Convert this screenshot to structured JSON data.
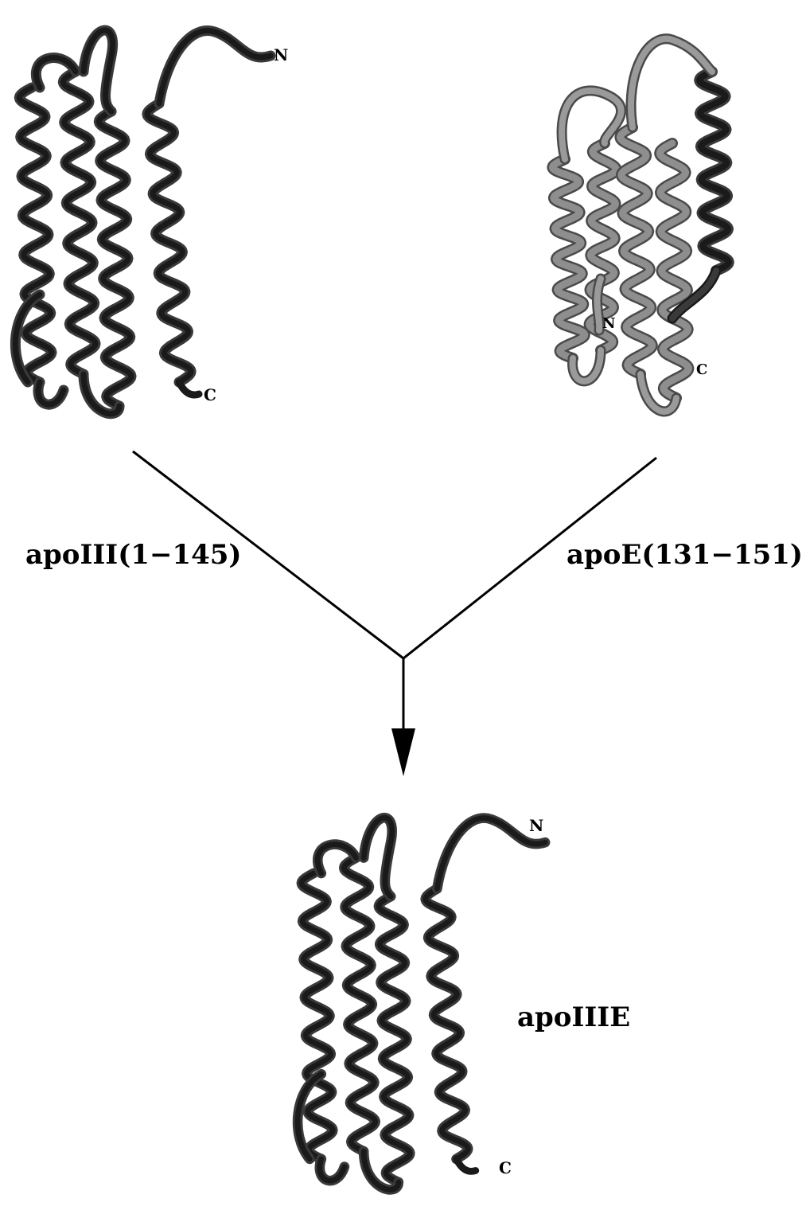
{
  "diagram": {
    "left_structure": {
      "name": "apoIII(1−145)",
      "n_label": "N",
      "c_label": "C"
    },
    "right_structure": {
      "name": "apoE(131−151)",
      "n_label": "N",
      "c_label": "C"
    },
    "result_structure": {
      "name": "apoIIIE",
      "n_label": "N",
      "c_label": "C"
    },
    "colors": {
      "line": "#000000",
      "dark_ribbon": "#1a1a1a",
      "light_ribbon": "#8e8e8e"
    }
  }
}
